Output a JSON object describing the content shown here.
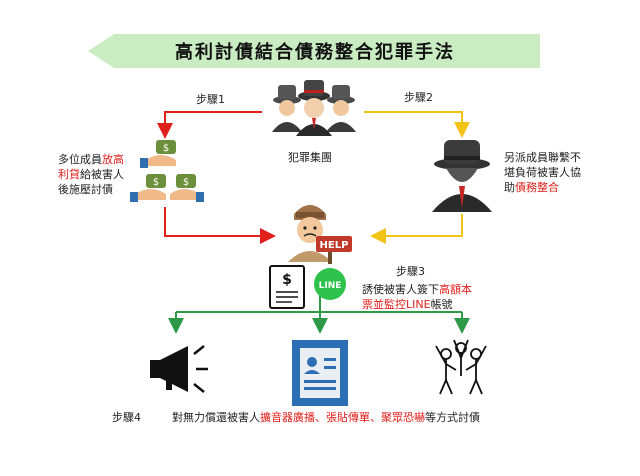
{
  "title": "高利討債結合債務整合犯罪手法",
  "steps": {
    "step1": "步驟1",
    "step2": "步驟2",
    "step3": "步驟3",
    "step4": "步驟4"
  },
  "criminal_group_label": "犯罪集團",
  "left_note": {
    "part1": "多位成員",
    "part2_red": "放高利貸",
    "part3": "給被害人後施壓討債"
  },
  "right_note": {
    "part1": "另派成員聯繫不堪負荷被害人協助",
    "part2_red": "債務整合"
  },
  "help_sign": "HELP",
  "line_badge": "LINE",
  "step3_note": {
    "part1": "誘使被害人簽下",
    "part2_red": "高額本票並監控LINE",
    "part3": "帳號"
  },
  "step4_note": {
    "part1": "對無力償還被害人",
    "part2_red": "擴音器廣播、張貼傳單、聚眾恐嚇",
    "part3": "等方式討債"
  },
  "colors": {
    "banner": "#c9ecc3",
    "red": "#e0201b",
    "yellow": "#f2c215",
    "green": "#2e9a48",
    "blue": "#2c6fb5"
  }
}
